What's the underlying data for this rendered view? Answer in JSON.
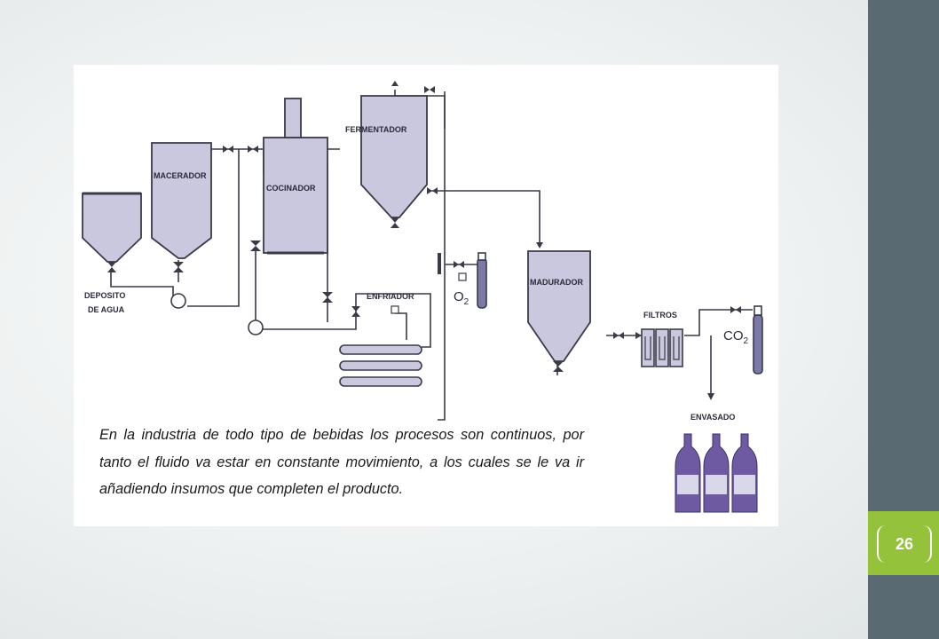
{
  "diagram": {
    "labels": {
      "deposito": "DEPOSITO",
      "deagua": "DE AGUA",
      "macerador": "MACERADOR",
      "cocinador": "COCINADOR",
      "fermentador": "FERMENTADOR",
      "enfriador": "ENFRIADOR",
      "madurador": "MADURADOR",
      "filtros": "FILTROS",
      "envasado": "ENVASADO",
      "o2": "O",
      "o2_sub": "2",
      "co2": "CO",
      "co2_sub": "2"
    },
    "caption": "En la industria de todo tipo de bebidas los procesos son continuos, por tanto el fluido va estar en constante movimiento, a los cuales se le va ir añadiendo insumos que completen el producto."
  },
  "slide": {
    "page_number": "26"
  },
  "colors": {
    "sidebar": "#5a6a72",
    "accent": "#94c23a",
    "tank_fill": "#c9c8de",
    "bottle": "#6e5aa3"
  }
}
